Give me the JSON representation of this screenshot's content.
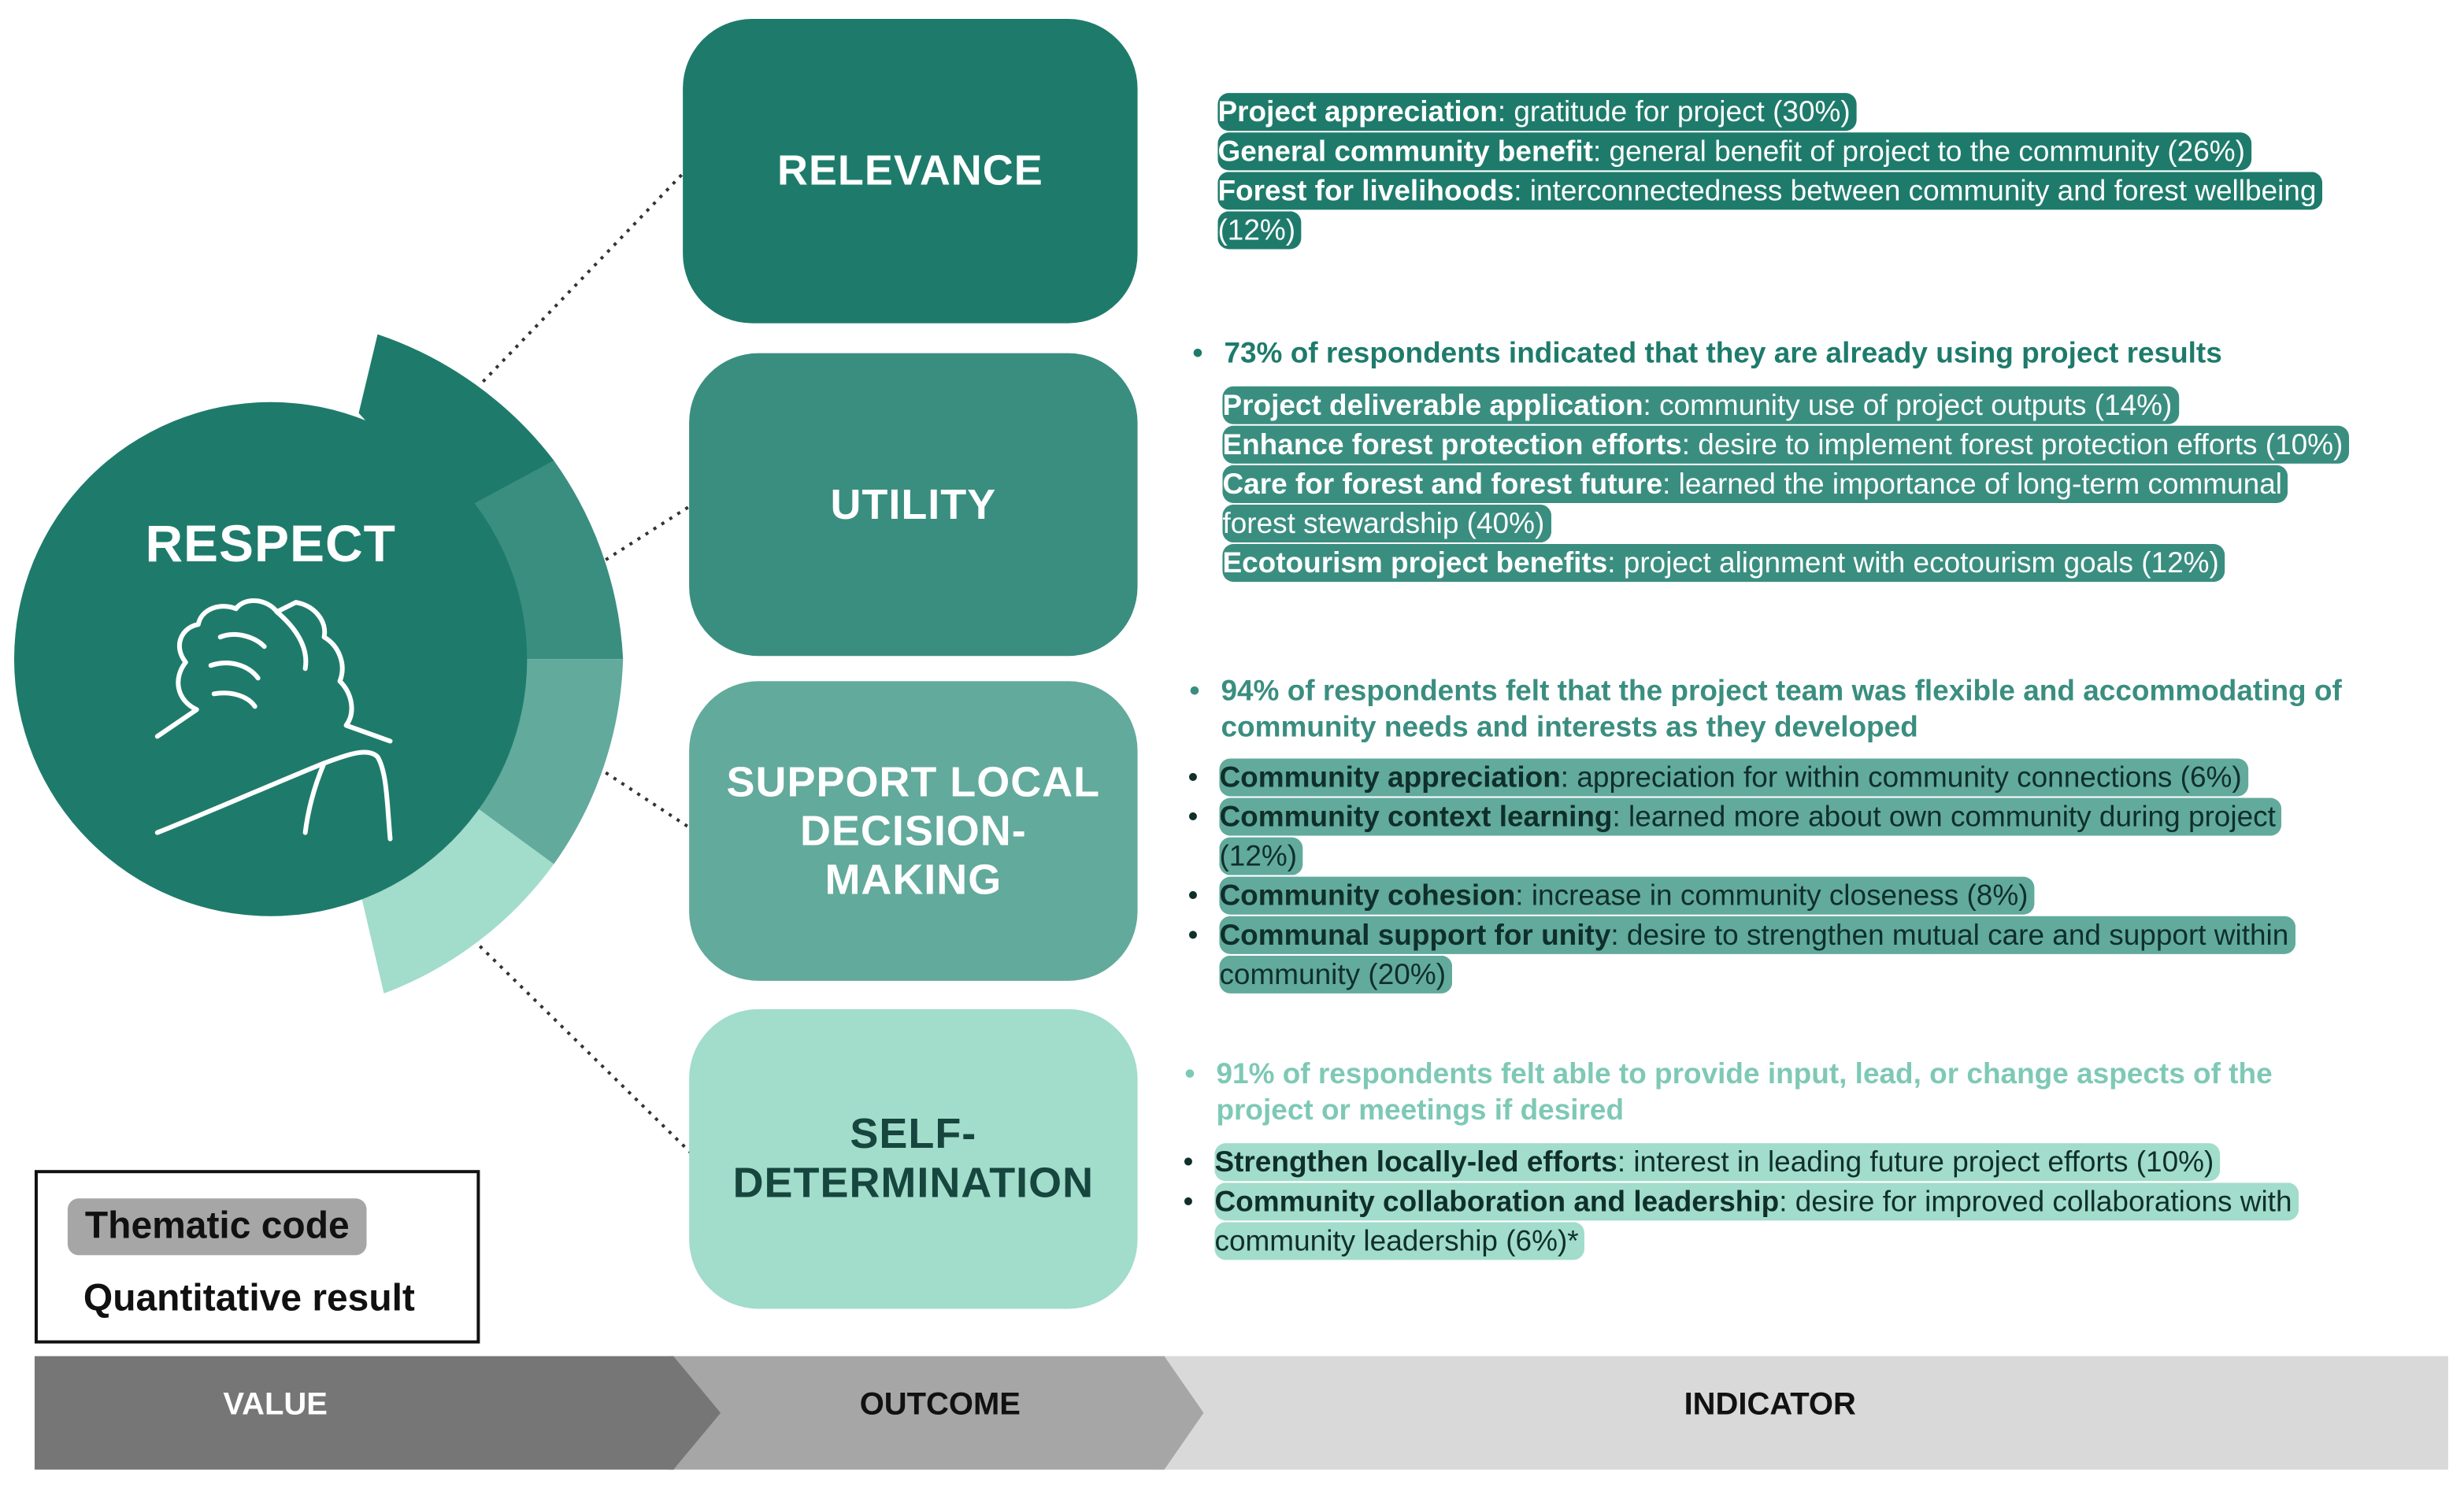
{
  "value": {
    "title": "RESPECT",
    "icon": "clasped-hands-icon",
    "color": "#1e7b6b"
  },
  "outcomes": [
    {
      "label": "RELEVANCE",
      "color": "#1e7b6b",
      "text_color": "#ffffff",
      "quantitative": null,
      "codes": [
        {
          "term": "Project appreciation",
          "desc": ": gratitude for project (30%)"
        },
        {
          "term": "General community benefit",
          "desc": ": general benefit of project to the community (26%)"
        },
        {
          "term": "Forest for livelihoods",
          "desc": ": interconnectedness between community and forest wellbeing (12%)"
        }
      ]
    },
    {
      "label": "UTILITY",
      "color": "#3a8e80",
      "text_color": "#ffffff",
      "quantitative": "73% of respondents indicated that they are already using project results",
      "codes": [
        {
          "term": "Project deliverable application",
          "desc": ": community use of project outputs (14%)"
        },
        {
          "term": "Enhance forest protection efforts",
          "desc": ": desire to implement forest protection efforts (10%)"
        },
        {
          "term": "Care for forest and forest future",
          "desc": ": learned the importance of long-term communal forest stewardship (40%)"
        },
        {
          "term": "Ecotourism project benefits",
          "desc": ": project alignment with ecotourism goals (12%)"
        }
      ]
    },
    {
      "label": "SUPPORT LOCAL DECISION-MAKING",
      "label_lines": [
        "SUPPORT LOCAL",
        "DECISION-",
        "MAKING"
      ],
      "color": "#62aa9c",
      "text_color": "#ffffff",
      "quantitative": "94% of respondents felt that the project team was flexible and accommodating of community needs and interests as they developed",
      "codes": [
        {
          "term": "Community appreciation",
          "desc": ": appreciation for within community connections (6%)"
        },
        {
          "term": "Community context learning",
          "desc": ": learned more about own community during project (12%)"
        },
        {
          "term": "Community cohesion",
          "desc": ": increase in community closeness (8%)"
        },
        {
          "term": "Communal support for unity",
          "desc": ": desire to strengthen mutual care and support within community (20%)"
        }
      ]
    },
    {
      "label": "SELF-DETERMINATION",
      "label_lines": [
        "SELF-",
        "DETERMINATION"
      ],
      "color": "#a2dccb",
      "text_color": "#16463e",
      "quantitative": "91% of respondents felt able to provide input, lead, or change aspects of the project or meetings if desired",
      "codes": [
        {
          "term": "Strengthen locally-led efforts",
          "desc": ": interest in leading future project efforts (10%)"
        },
        {
          "term": "Community collaboration and leadership",
          "desc": ": desire for improved collaborations with community leadership (6%)*"
        }
      ]
    }
  ],
  "legend": {
    "thematic_code": "Thematic code",
    "quantitative_result": "Quantitative result"
  },
  "stages": [
    "VALUE",
    "OUTCOME",
    "INDICATOR"
  ]
}
